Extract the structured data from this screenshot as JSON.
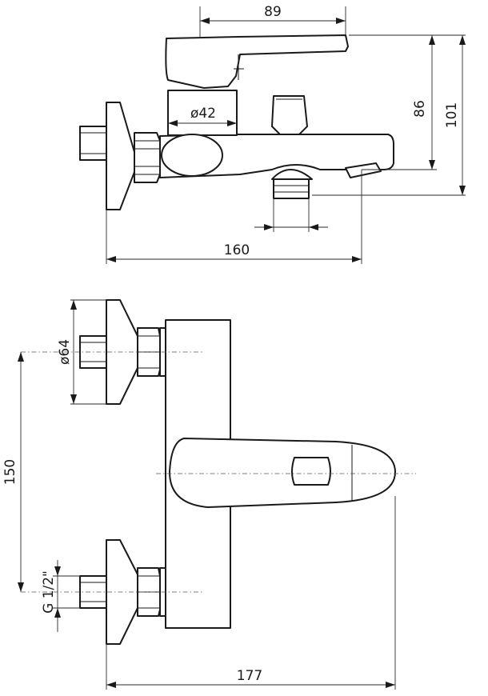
{
  "dimensions": {
    "top_width": "89",
    "height_86": "86",
    "height_101": "101",
    "diameter_42": "ø42",
    "length_160": "160",
    "diameter_64": "ø64",
    "spacing_150": "150",
    "thread": "G 1/2\"",
    "length_177": "177"
  },
  "colors": {
    "line": "#1a1a1a",
    "background": "#ffffff"
  }
}
